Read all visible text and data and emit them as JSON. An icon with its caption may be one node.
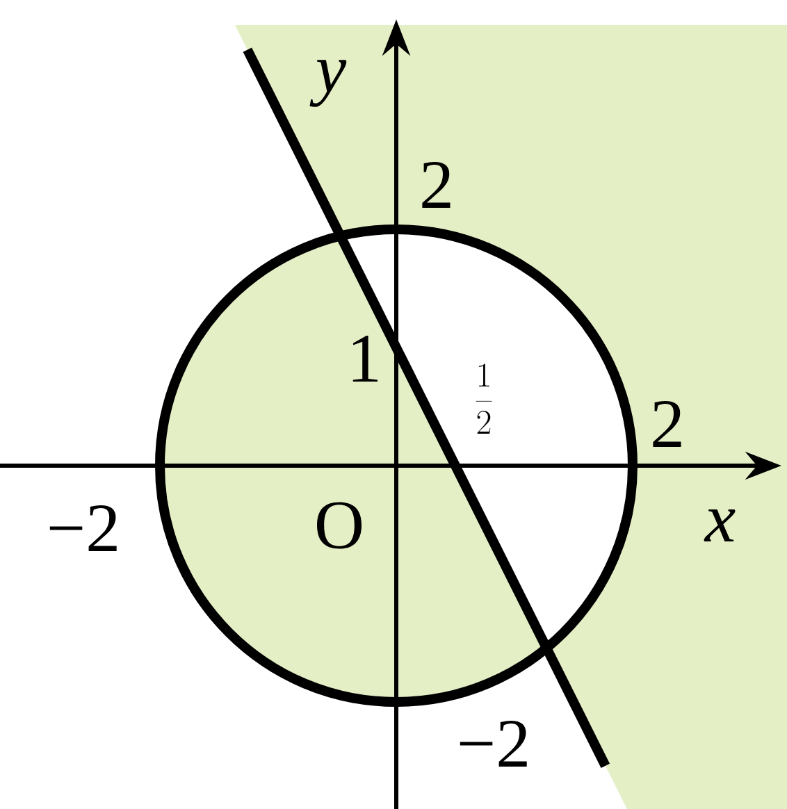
{
  "diagram": {
    "labels": [
      "y",
      "2",
      "1",
      "\\frac{1}{2}",
      "2",
      "−2",
      "O",
      "x",
      "−2"
    ]
  }
}
